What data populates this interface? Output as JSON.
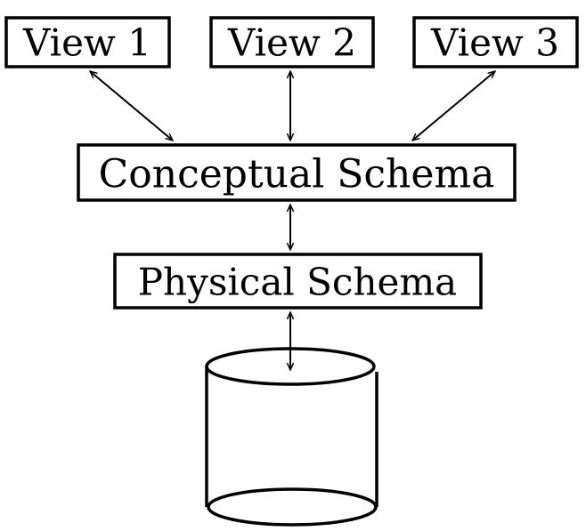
{
  "views": [
    {
      "label": "View 1"
    },
    {
      "label": "View 2"
    },
    {
      "label": "View 3"
    }
  ],
  "conceptual_schema": {
    "label": "Conceptual Schema"
  },
  "physical_schema": {
    "label": "Physical Schema"
  },
  "database_icon": "cylinder-icon",
  "colors": {
    "stroke": "#000000",
    "background": "#ffffff"
  }
}
